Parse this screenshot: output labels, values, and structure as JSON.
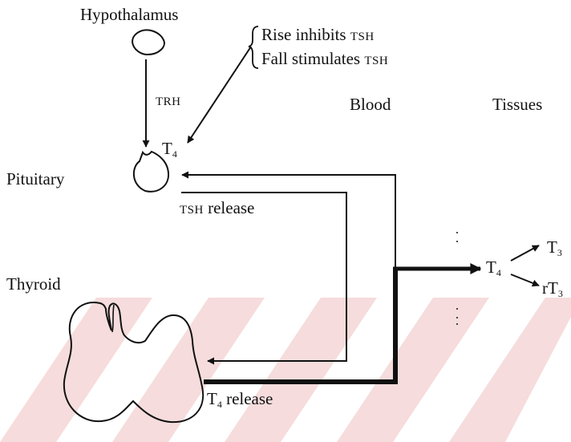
{
  "labels": {
    "hypothalamus": "Hypothalamus",
    "pituitary": "Pituitary",
    "thyroid": "Thyroid",
    "blood": "Blood",
    "tissues": "Tissues",
    "trh": "TRH",
    "feedback_rise_prefix": "Rise inhibits ",
    "feedback_rise_hormone": "TSH",
    "feedback_fall_prefix": "Fall stimulates ",
    "feedback_fall_hormone": "TSH",
    "pituitary_t4_base": "T",
    "pituitary_t4_sub": "4",
    "tsh_release_hormone": "TSH",
    "tsh_release_suffix": " release",
    "t4_release_base": "T",
    "t4_release_sub": "4",
    "t4_release_suffix": " release",
    "blood_t4_base": "T",
    "blood_t4_sub": "4",
    "t3_base": "T",
    "t3_sub": "3",
    "rt3_base": "rT",
    "rt3_sub": "3"
  },
  "colors": {
    "ink": "#111111",
    "watermark": "#f6dcdc"
  }
}
